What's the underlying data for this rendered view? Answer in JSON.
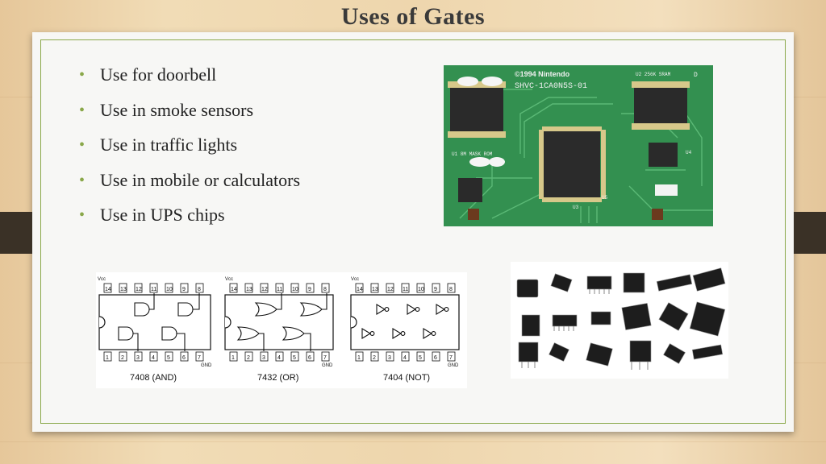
{
  "slide": {
    "title": "Uses of Gates",
    "bullets": [
      "Use for doorbell",
      "Use in smoke sensors",
      "Use in traffic lights",
      "Use in mobile or calculators",
      "Use in UPS chips"
    ],
    "bullet_color": "#8aa84a"
  },
  "pcb_photo": {
    "brand": "©1994 Nintendo",
    "board_id": "SHVC-1CA0N5S-01",
    "labels": [
      "U2 256K SRAM",
      "U1 8M MASK ROM",
      "U3",
      "U4",
      "U5",
      "D"
    ]
  },
  "ic_diagrams": [
    {
      "name": "7408 (AND)",
      "vcc": "Vcc",
      "gnd": "GND",
      "top_pins": [
        "14",
        "13",
        "12",
        "11",
        "10",
        "9",
        "8"
      ],
      "bottom_pins": [
        "1",
        "2",
        "3",
        "4",
        "5",
        "6",
        "7"
      ]
    },
    {
      "name": "7432 (OR)",
      "vcc": "Vcc",
      "gnd": "GND",
      "top_pins": [
        "14",
        "13",
        "12",
        "11",
        "10",
        "9",
        "8"
      ],
      "bottom_pins": [
        "1",
        "2",
        "3",
        "4",
        "5",
        "6",
        "7"
      ]
    },
    {
      "name": "7404 (NOT)",
      "vcc": "Vcc",
      "gnd": "GND",
      "top_pins": [
        "14",
        "13",
        "12",
        "11",
        "10",
        "9",
        "8"
      ],
      "bottom_pins": [
        "1",
        "2",
        "3",
        "4",
        "5",
        "6",
        "7"
      ]
    }
  ]
}
